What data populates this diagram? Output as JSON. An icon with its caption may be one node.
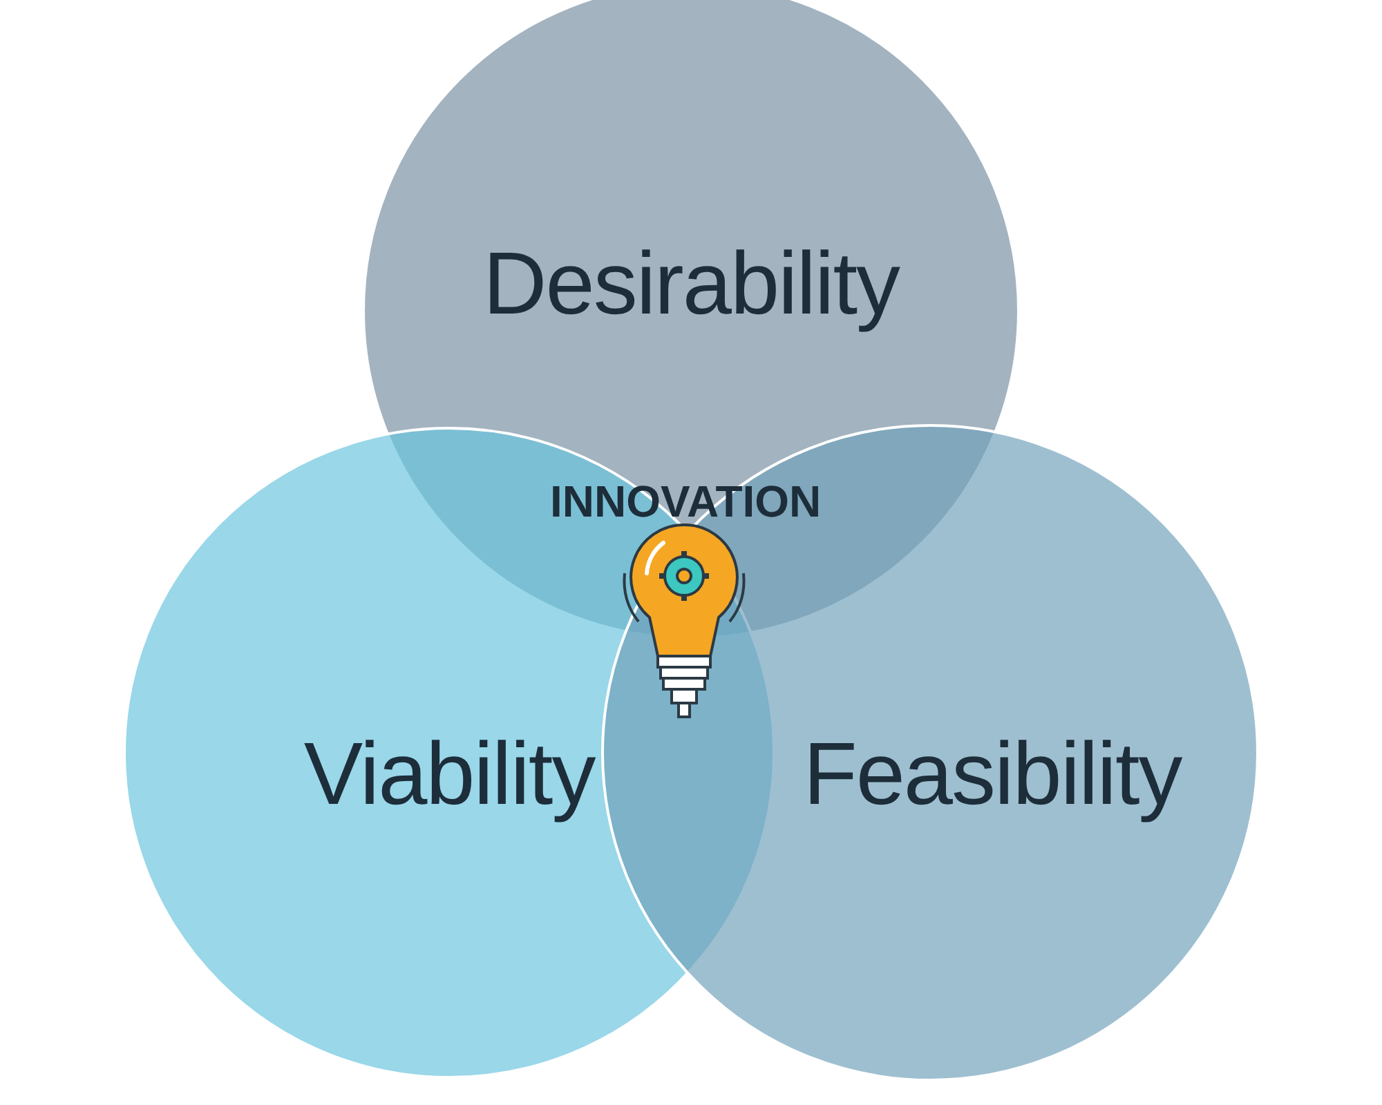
{
  "diagram": {
    "nodes": [
      {
        "text": [
          "Desirability"
        ]
      },
      {
        "text": [
          "Viability"
        ]
      },
      {
        "text": [
          "Feasibility"
        ]
      }
    ],
    "labels": [
      "INNOVATION"
    ]
  }
}
